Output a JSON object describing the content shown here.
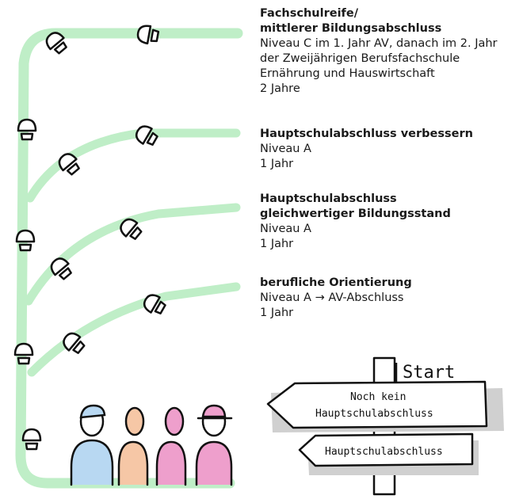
{
  "paths": [
    {
      "title_lines": [
        "Fachschulreife/",
        "mittlerer Bildungsabschluss"
      ],
      "detail_lines": [
        "Niveau C im 1. Jahr AV, danach im 2. Jahr",
        "der Zweijährigen Berufsfachschule",
        "Ernährung und Hauswirtschaft",
        "2 Jahre"
      ]
    },
    {
      "title_lines": [
        "Hauptschulabschluss verbessern"
      ],
      "detail_lines": [
        "Niveau A",
        "1 Jahr"
      ]
    },
    {
      "title_lines": [
        "Hauptschulabschluss",
        "gleichwertiger Bildungsstand"
      ],
      "detail_lines": [
        "Niveau A",
        "1 Jahr"
      ]
    },
    {
      "title_lines": [
        "berufliche Orientierung"
      ],
      "detail_lines": [
        "Niveau A  →  AV-Abschluss",
        "1 Jahr"
      ]
    }
  ],
  "signpost": {
    "start_label": "Start",
    "sign1_line1": "Noch kein",
    "sign1_line2": "Hauptschulabschluss",
    "sign2": "Hauptschulabschluss"
  },
  "colors": {
    "path": "#bfeec7",
    "outline": "#111111",
    "figure1": "#b8d8f2",
    "figure2": "#f6c7a6",
    "figure3": "#ee9fcc",
    "figure4": "#ee9fcc",
    "sign_shadow": "#d0d0d0"
  },
  "icons": [
    "footprint-icon",
    "person-icon",
    "signpost-icon"
  ]
}
